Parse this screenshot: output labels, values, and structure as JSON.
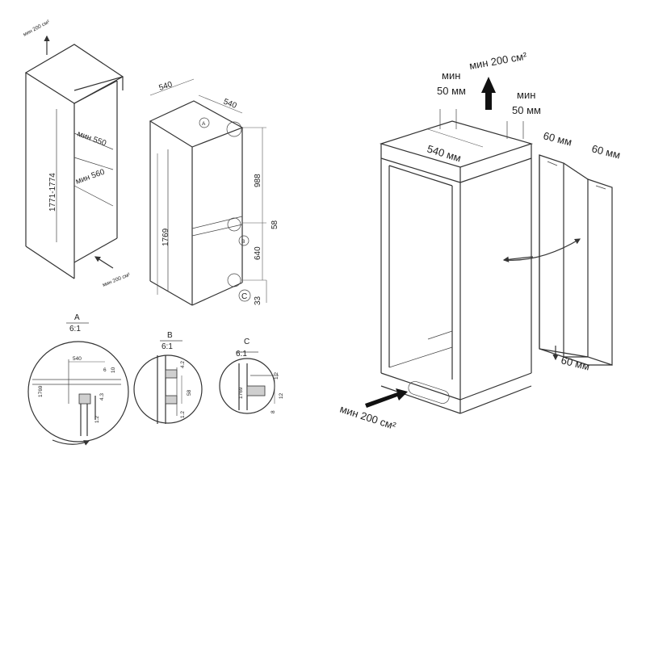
{
  "left": {
    "vent_top": "мин 200 см²",
    "vent_bottom": "мин 200 см²",
    "niche_height": "1771-1774",
    "min_depth": "мин 550",
    "min_width": "мин 560"
  },
  "appliance": {
    "width": "540",
    "depth": "540",
    "height": "1769",
    "top_section": "988",
    "gap": "58",
    "bottom_section": "640",
    "bottom_gap": "33",
    "callouts": [
      "A",
      "B",
      "C"
    ]
  },
  "details": [
    {
      "letter": "A",
      "scale": "6:1",
      "labels": [
        "540",
        "6",
        "10",
        "1769",
        "4.3",
        "1.2"
      ]
    },
    {
      "letter": "B",
      "scale": "6:1",
      "labels": [
        "4.2",
        "58",
        "1.2"
      ]
    },
    {
      "letter": "C",
      "scale": "6:1",
      "labels": [
        "1.2",
        "1769",
        "12",
        "8"
      ]
    }
  ],
  "right": {
    "vent_top": "мин 200 см²",
    "gap_left": "мин\n50 мм",
    "gap_right": "мин\n50 мм",
    "width": "540 мм",
    "panel_a": "60 мм",
    "panel_b": "60 мм",
    "panel_bottom": "60 мм",
    "vent_bottom": "мин 200 см²"
  }
}
